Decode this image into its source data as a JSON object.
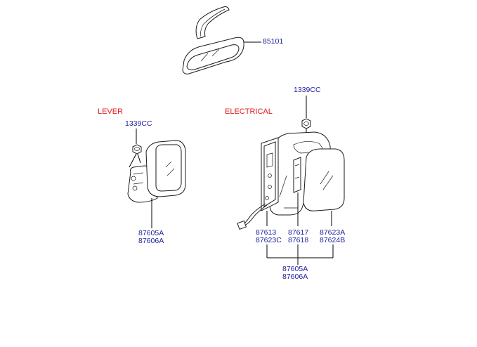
{
  "colors": {
    "part_number": "#1b1f9e",
    "section_title": "#e0201e",
    "line": "#1a1a1a"
  },
  "sections": {
    "lever": "LEVER",
    "electrical": "ELECTRICAL"
  },
  "parts": {
    "inside_mirror": "85101",
    "lever_nut": "1339CC",
    "lever_assy_a": "87605A",
    "lever_assy_b": "87606A",
    "elec_nut": "1339CC",
    "elec_p1_a": "87613",
    "elec_p1_b": "87623C",
    "elec_p2_a": "87617",
    "elec_p2_b": "87618",
    "elec_p3_a": "87623A",
    "elec_p3_b": "87624B",
    "elec_assy_a": "87605A",
    "elec_assy_b": "87606A"
  }
}
